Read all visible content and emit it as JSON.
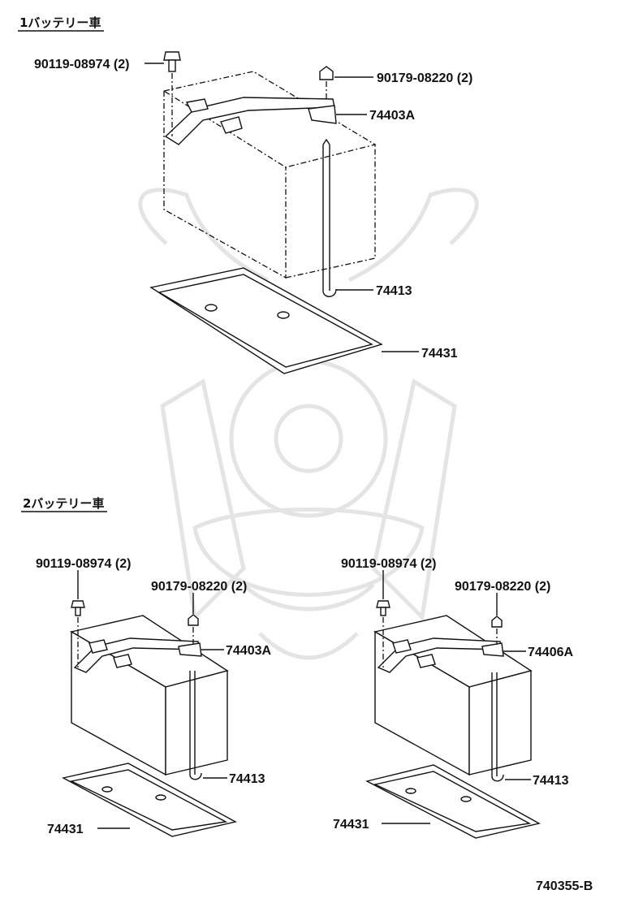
{
  "sections": [
    {
      "heading": "1バッテリー車",
      "views": [
        {
          "callouts": {
            "bolt": "90119-08974 (2)",
            "nut": "90179-08220 (2)",
            "clamp": "74403A",
            "rod": "74413",
            "tray": "74431"
          }
        }
      ]
    },
    {
      "heading": "2バッテリー車",
      "views": [
        {
          "callouts": {
            "bolt": "90119-08974 (2)",
            "nut": "90179-08220 (2)",
            "clamp": "74403A",
            "rod": "74413",
            "tray": "74431"
          }
        },
        {
          "callouts": {
            "bolt": "90119-08974 (2)",
            "nut": "90179-08220 (2)",
            "clamp": "74406A",
            "rod": "74413",
            "tray": "74431"
          }
        }
      ]
    }
  ],
  "illustration_id": "740355-B",
  "colors": {
    "line": "#111111",
    "watermark": "#e4e4e4",
    "background": "#ffffff"
  }
}
